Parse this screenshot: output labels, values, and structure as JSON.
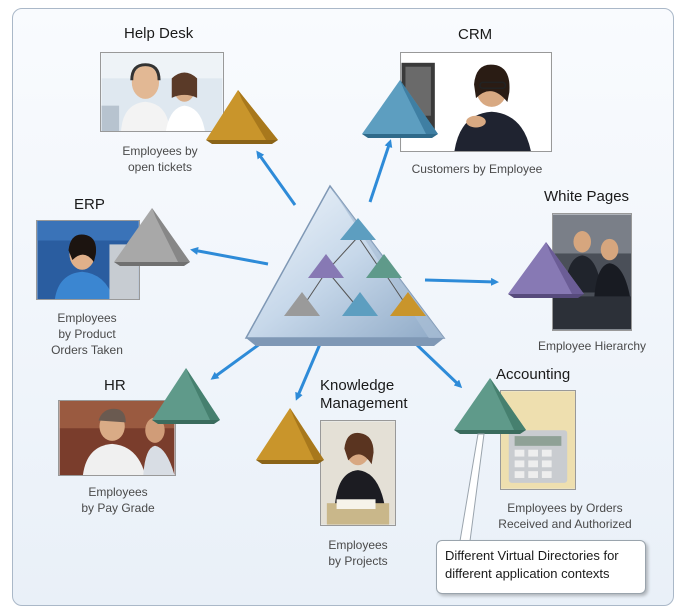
{
  "nodes": {
    "helpdesk": {
      "title": "Help Desk",
      "caption": [
        "Employees by",
        "open tickets"
      ]
    },
    "crm": {
      "title": "CRM",
      "caption": [
        "Customers by Employee"
      ]
    },
    "erp": {
      "title": "ERP",
      "caption": [
        "Employees",
        "by Product",
        "Orders Taken"
      ]
    },
    "whitepages": {
      "title": "White Pages",
      "caption": [
        "Employee Hierarchy"
      ]
    },
    "hr": {
      "title": "HR",
      "caption": [
        "Employees",
        "by Pay Grade"
      ]
    },
    "knowledge": {
      "title": [
        "Knowledge",
        "Management"
      ],
      "caption": [
        "Employees",
        "by Projects"
      ]
    },
    "accounting": {
      "title": "Accounting",
      "caption": [
        "Employees by Orders",
        "Received and Authorized"
      ]
    }
  },
  "callout": [
    "Different Virtual Directories for",
    "different application contexts"
  ],
  "colors": {
    "arrow": "#2e8bd8",
    "gold": "#c9952b",
    "blue": "#5d9ec0",
    "gray": "#9a9a9a",
    "purple": "#8779b4",
    "green": "#5f9a8a"
  }
}
